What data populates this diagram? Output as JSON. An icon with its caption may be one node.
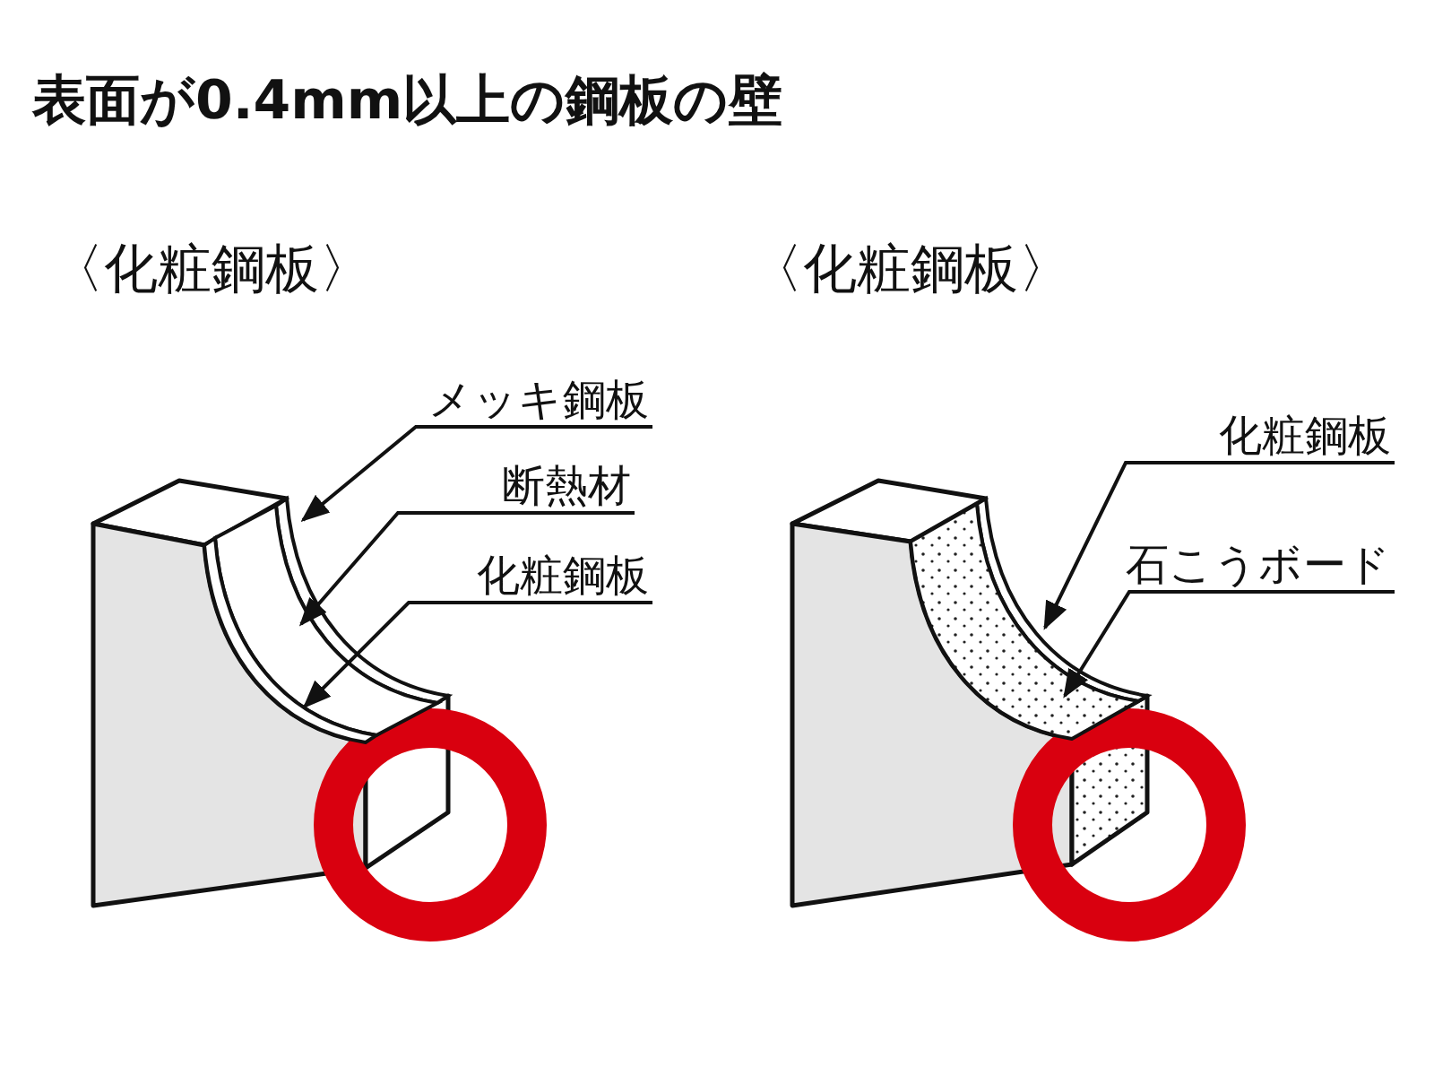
{
  "diagram": {
    "title": "表面が0.4mm以上の鋼板の壁",
    "nodes": [
      {
        "text": [
          "メッキ鋼板"
        ]
      },
      {
        "text": [
          "断熱材"
        ]
      },
      {
        "text": [
          "化粧鋼板"
        ]
      },
      {
        "text": [],
        "shape": "bar"
      },
      {
        "text": [],
        "shape": "bar"
      },
      {
        "text": [],
        "shape": "bar"
      },
      {
        "text": [
          "化粧鋼板"
        ]
      },
      {
        "text": [
          "石こうボード"
        ]
      },
      {
        "text": [],
        "shape": "bar"
      },
      {
        "text": [],
        "shape": "bar"
      }
    ],
    "edges": [
      {
        "from": 0,
        "to": 3,
        "arrow": "to"
      },
      {
        "from": 1,
        "to": 4,
        "arrow": "to"
      },
      {
        "from": 2,
        "to": 5,
        "arrow": "to"
      },
      {
        "from": 6,
        "to": 8,
        "arrow": "to"
      },
      {
        "from": 7,
        "to": 9,
        "arrow": "to"
      }
    ],
    "labels": [
      "〈化粧鋼板〉",
      "〈化粧鋼板〉"
    ]
  }
}
